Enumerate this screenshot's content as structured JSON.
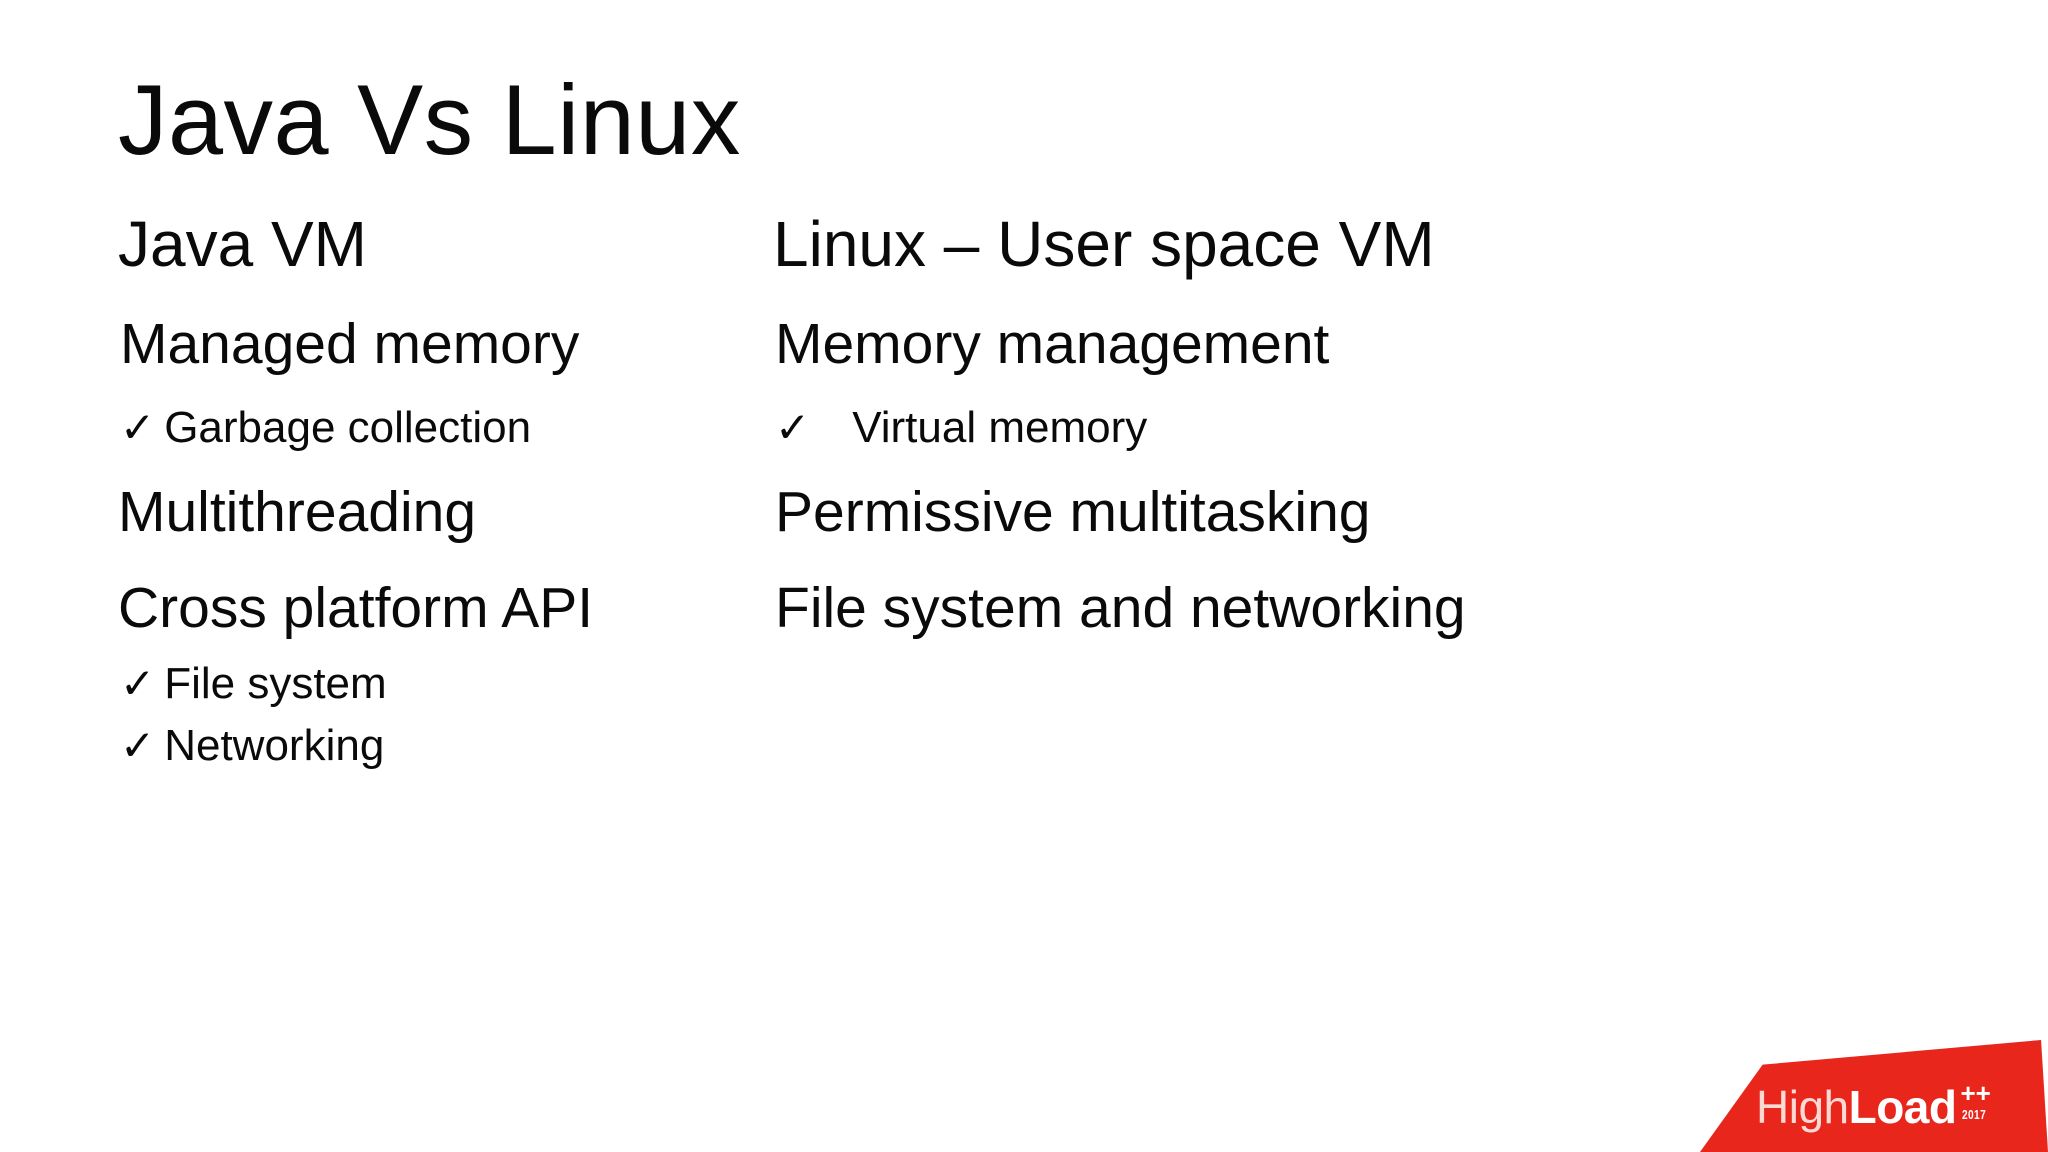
{
  "slide": {
    "title": "Java Vs Linux",
    "background_color": "#ffffff",
    "text_color": "#0a0a0a"
  },
  "columns": {
    "left": {
      "heading": "Java VM",
      "blocks": [
        {
          "subheading": "Managed memory",
          "bullets": [
            {
              "icon": "check-mark-icon",
              "glyph": "✓",
              "label": "Garbage collection",
              "spacing": "tight"
            }
          ]
        },
        {
          "subheading": "Multithreading",
          "bullets": []
        },
        {
          "subheading": "Cross platform API",
          "bullets": [
            {
              "icon": "check-mark-icon",
              "glyph": "✓",
              "label": "File system",
              "spacing": "tight"
            },
            {
              "icon": "check-mark-icon",
              "glyph": "✓",
              "label": "Networking",
              "spacing": "tight"
            }
          ]
        }
      ]
    },
    "right": {
      "heading": "Linux – User space VM",
      "blocks": [
        {
          "subheading": "Memory management",
          "bullets": [
            {
              "icon": "check-mark-icon",
              "glyph": "✓",
              "label": "Virtual memory",
              "spacing": "loose"
            }
          ]
        },
        {
          "subheading": "Permissive multitasking",
          "bullets": []
        },
        {
          "subheading": "File system and networking",
          "bullets": []
        }
      ]
    }
  },
  "logo": {
    "name": "highload-logo",
    "text_light": "High",
    "text_bold": "Load",
    "superscript": "++",
    "year": "2017",
    "background_color": "#e8261c",
    "light_text_color": "#fdd9d4",
    "bold_text_color": "#ffffff"
  }
}
